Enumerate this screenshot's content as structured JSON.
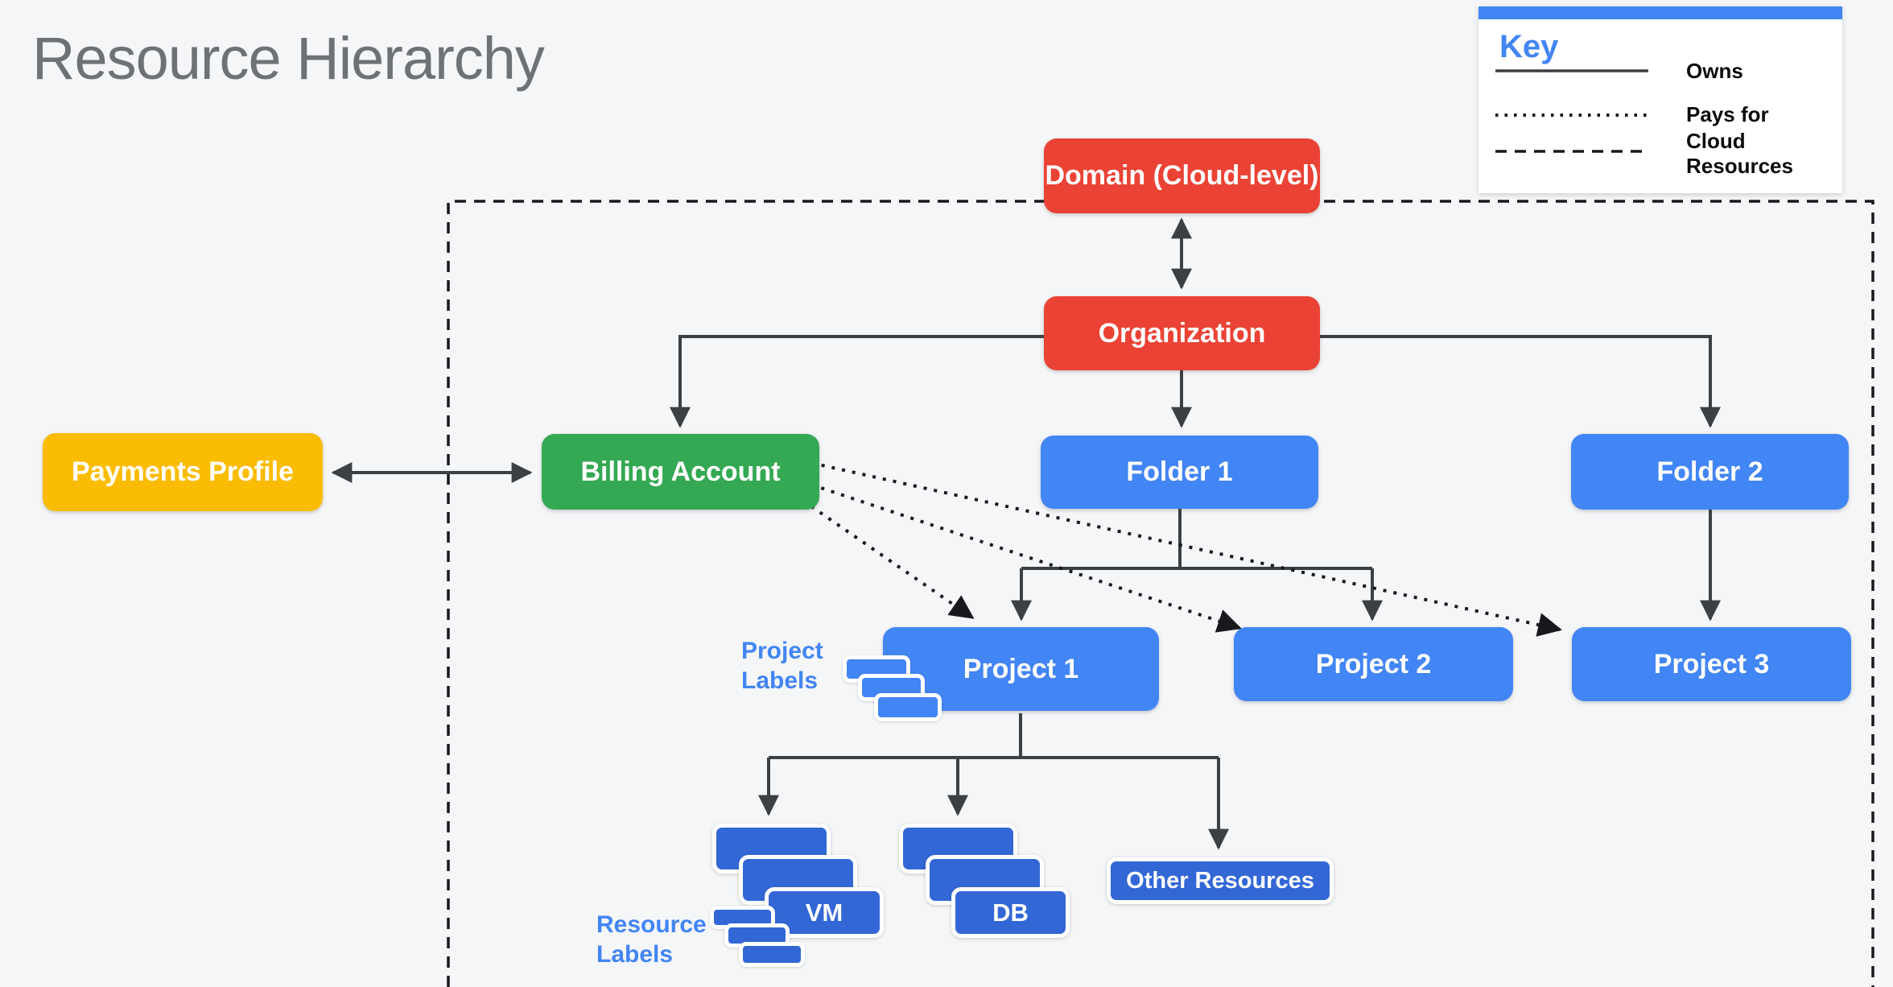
{
  "title": "Resource Hierarchy",
  "key": {
    "title": "Key",
    "items": [
      {
        "style": "solid",
        "label": "Owns"
      },
      {
        "style": "dotted",
        "label": "Pays for"
      },
      {
        "style": "dashed",
        "label": "Cloud Resources"
      }
    ]
  },
  "nodes": {
    "domain": {
      "label": "Domain (Cloud-level)",
      "color": "red"
    },
    "organization": {
      "label": "Organization",
      "color": "red"
    },
    "payments_profile": {
      "label": "Payments Profile",
      "color": "yellow"
    },
    "billing_account": {
      "label": "Billing Account",
      "color": "green"
    },
    "folder1": {
      "label": "Folder 1",
      "color": "blue"
    },
    "folder2": {
      "label": "Folder 2",
      "color": "blue"
    },
    "project1": {
      "label": "Project 1",
      "color": "blue"
    },
    "project2": {
      "label": "Project 2",
      "color": "blue"
    },
    "project3": {
      "label": "Project 3",
      "color": "blue"
    },
    "vm": {
      "label": "VM",
      "color": "dark-blue"
    },
    "db": {
      "label": "DB",
      "color": "dark-blue"
    },
    "other_resources": {
      "label": "Other Resources",
      "color": "dark-blue"
    }
  },
  "annotations": {
    "project_labels": "Project Labels",
    "resource_labels": "Resource Labels"
  },
  "colors": {
    "red": "#EA4335",
    "green": "#34A853",
    "yellow": "#FBBC04",
    "blue": "#4285F4",
    "dark-blue": "#3367D6",
    "line": "#3C4043",
    "ink": "#17191C",
    "label-blue": "#4285F4",
    "bg": "#F5F6F8",
    "title-gray": "#6E7176",
    "panel": "#FFFFFF"
  }
}
